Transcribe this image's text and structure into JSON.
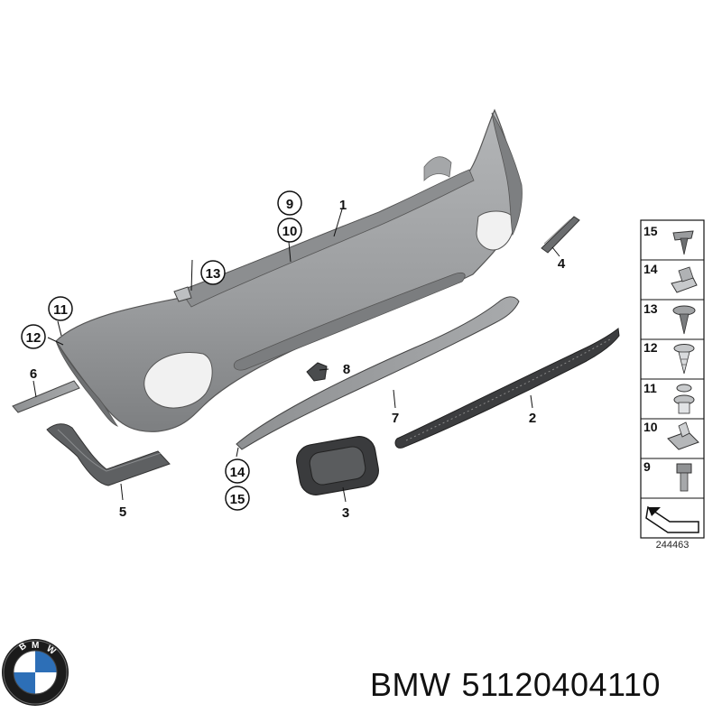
{
  "diagram": {
    "callouts": [
      {
        "id": "c1",
        "label": "1",
        "circled": false
      },
      {
        "id": "c2",
        "label": "2",
        "circled": false
      },
      {
        "id": "c3",
        "label": "3",
        "circled": false
      },
      {
        "id": "c4",
        "label": "4",
        "circled": false
      },
      {
        "id": "c5",
        "label": "5",
        "circled": false
      },
      {
        "id": "c6",
        "label": "6",
        "circled": false
      },
      {
        "id": "c7",
        "label": "7",
        "circled": false
      },
      {
        "id": "c8",
        "label": "8",
        "circled": false
      },
      {
        "id": "c9",
        "label": "9",
        "circled": true
      },
      {
        "id": "c10",
        "label": "10",
        "circled": true
      },
      {
        "id": "c11",
        "label": "11",
        "circled": true
      },
      {
        "id": "c12",
        "label": "12",
        "circled": true
      },
      {
        "id": "c13",
        "label": "13",
        "circled": true
      },
      {
        "id": "c14",
        "label": "14",
        "circled": true
      },
      {
        "id": "c15",
        "label": "15",
        "circled": true
      }
    ],
    "fastener_panel": [
      "15",
      "14",
      "13",
      "12",
      "11",
      "10",
      "9"
    ],
    "reference_number": "244463"
  },
  "footer": {
    "brand": "BMW",
    "part_number": "51120404110"
  },
  "colors": {
    "bumper": "#9d9fa1",
    "bumper_dark": "#6f7173",
    "grille": "#3a3b3d",
    "line": "#111111"
  },
  "icons": {
    "logo": "bmw-roundel-logo"
  }
}
